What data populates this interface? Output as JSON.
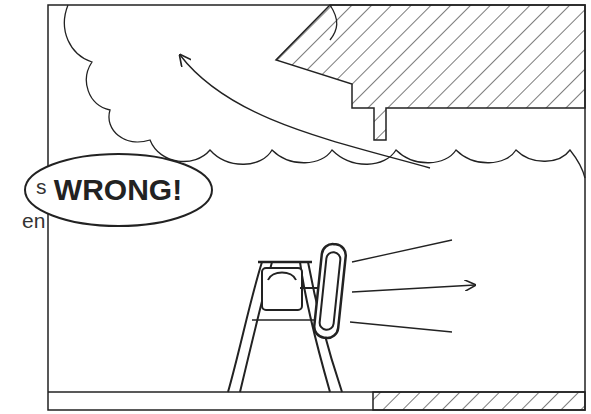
{
  "diagram": {
    "nodes": [
      {
        "text": [
          "WRONG!"
        ]
      }
    ],
    "labels": [
      "s",
      "en"
    ]
  }
}
